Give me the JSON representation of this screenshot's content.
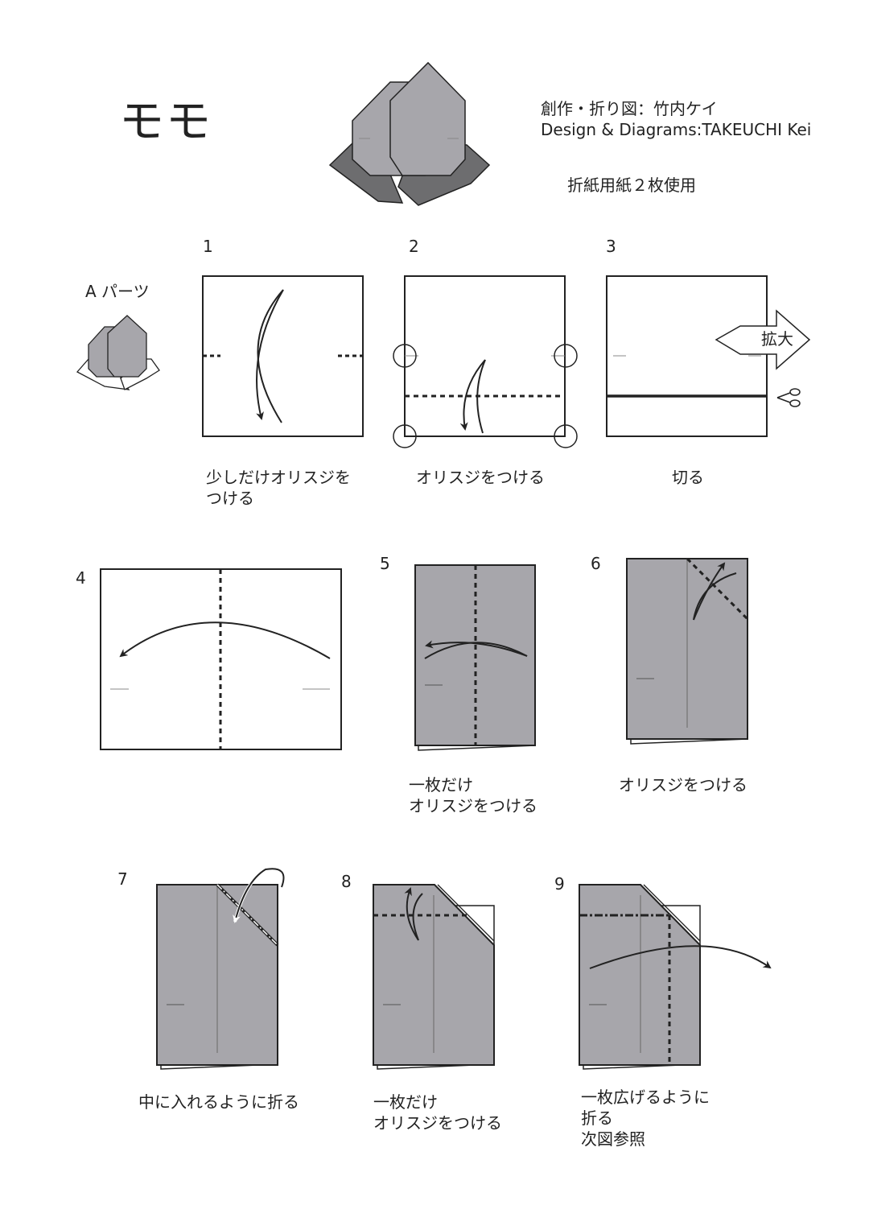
{
  "header": {
    "title": "モモ",
    "credit_jp": "創作・折り図：竹内ケイ",
    "credit_en": "Design & Diagrams:TAKEUCHI Kei",
    "paper_note": "折紙用紙２枚使用"
  },
  "part_label": "A パーツ",
  "enlarge_label": "拡大",
  "steps": [
    {
      "num": "1",
      "caption": "少しだけオリスジを\nつける"
    },
    {
      "num": "2",
      "caption": "オリスジをつける"
    },
    {
      "num": "3",
      "caption": "切る"
    },
    {
      "num": "4",
      "caption": ""
    },
    {
      "num": "5",
      "caption": "一枚だけ\nオリスジをつける"
    },
    {
      "num": "6",
      "caption": "オリスジをつける"
    },
    {
      "num": "7",
      "caption": "中に入れるように折る"
    },
    {
      "num": "8",
      "caption": "一枚だけ\nオリスジをつける"
    },
    {
      "num": "9",
      "caption": "一枚広げるように\n折る\n次図参照"
    }
  ],
  "colors": {
    "paper_gray": "#a7a6ab",
    "dark_gray": "#6d6d6f",
    "line": "#222222"
  }
}
